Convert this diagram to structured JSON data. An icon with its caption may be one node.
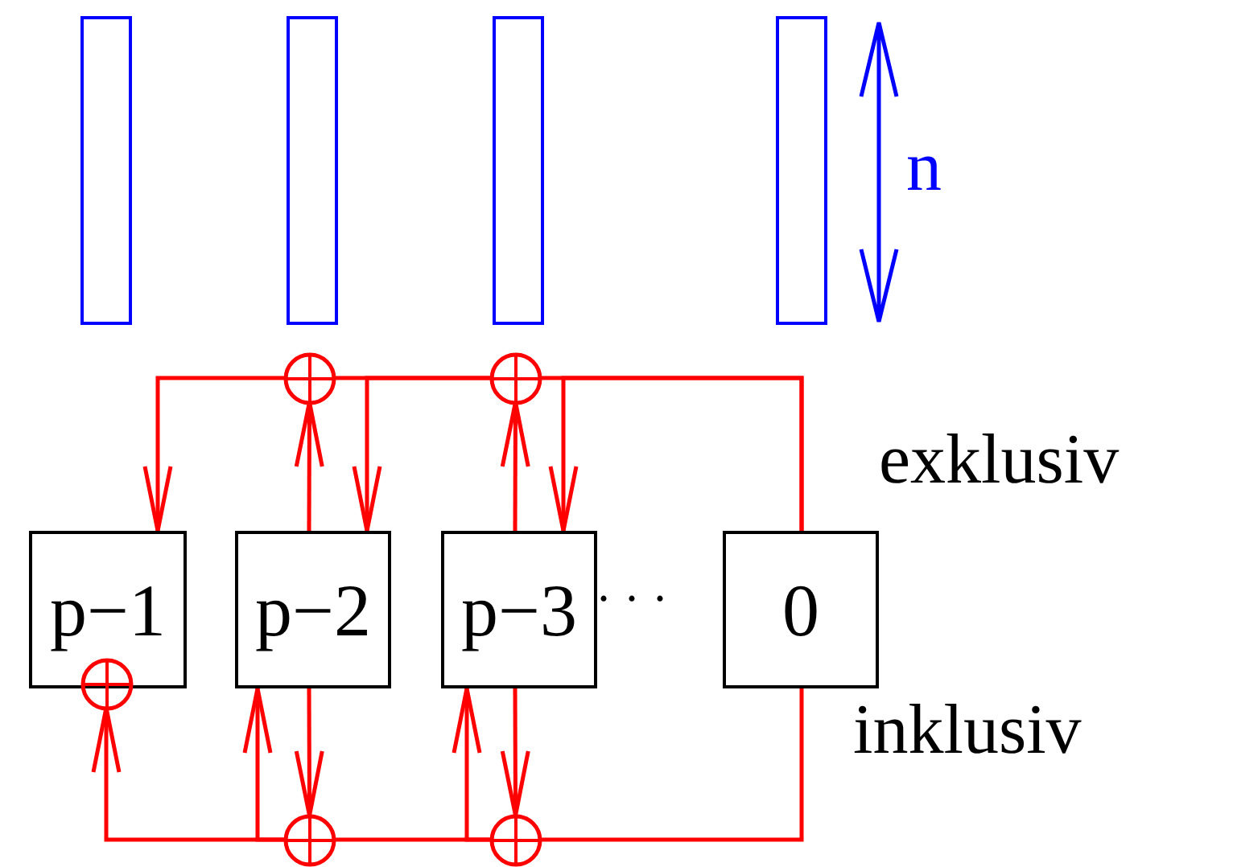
{
  "diagram": {
    "nodes": [
      {
        "text": [],
        "shape": "bar"
      },
      {
        "text": [],
        "shape": "bar"
      },
      {
        "text": [],
        "shape": "bar"
      },
      {
        "text": [],
        "shape": "bar"
      },
      {
        "text": [
          "p−1"
        ]
      },
      {
        "text": [
          "p−2"
        ]
      },
      {
        "text": [
          "p−3"
        ]
      },
      {
        "text": [
          "0"
        ]
      },
      {
        "text": [],
        "shape": "circle"
      },
      {
        "text": [],
        "shape": "circle"
      },
      {
        "text": [],
        "shape": "circle"
      },
      {
        "text": [],
        "shape": "circle"
      },
      {
        "text": [],
        "shape": "circle"
      }
    ],
    "edges": [
      {
        "from": 7,
        "to": 9,
        "arrow": "none"
      },
      {
        "from": 6,
        "to": 9,
        "arrow": "to"
      },
      {
        "from": 7,
        "to": 6,
        "arrow": "to"
      },
      {
        "from": 9,
        "to": 8,
        "arrow": "none"
      },
      {
        "from": 9,
        "to": 5,
        "arrow": "to"
      },
      {
        "from": 8,
        "to": 4,
        "arrow": "to"
      },
      {
        "from": 5,
        "to": 8,
        "arrow": "to"
      },
      {
        "from": 7,
        "to": 12,
        "arrow": "none"
      },
      {
        "from": 6,
        "to": 12,
        "arrow": "to"
      },
      {
        "from": 12,
        "to": 6,
        "arrow": "to"
      },
      {
        "from": 12,
        "to": 11,
        "arrow": "none"
      },
      {
        "from": 5,
        "to": 11,
        "arrow": "to"
      },
      {
        "from": 11,
        "to": 5,
        "arrow": "to"
      },
      {
        "from": 11,
        "to": 10,
        "arrow": "to"
      }
    ],
    "labels": [
      "n",
      "exklusiv",
      "· · ·",
      "inklusiv"
    ]
  }
}
